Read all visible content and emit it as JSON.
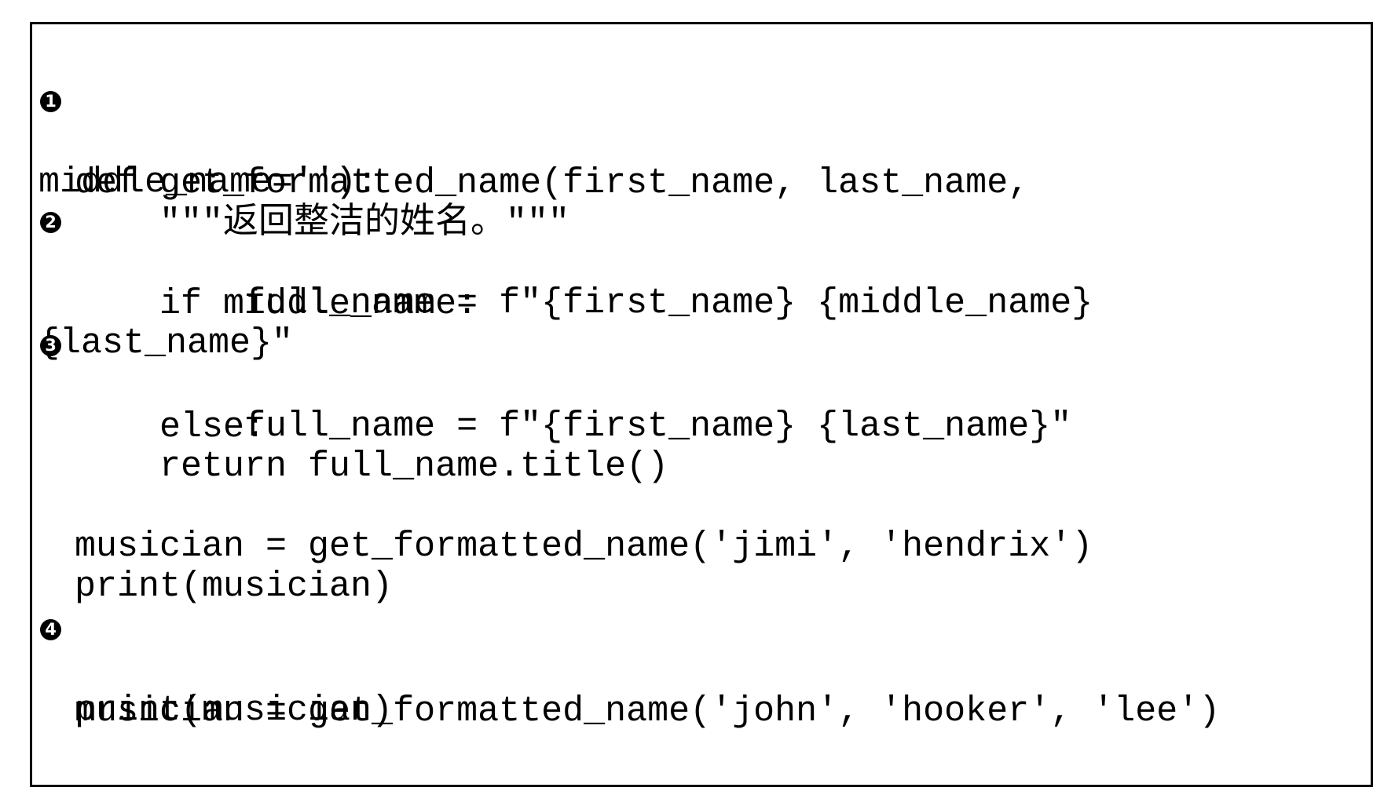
{
  "code_block": {
    "markers": [
      "1",
      "2",
      "3",
      "4"
    ],
    "lines": [
      "def get_formatted_name(first_name, last_name,",
      "middle_name=''):",
      "    \"\"\"返回整洁的姓名。\"\"\"",
      "    if middle_name:",
      "        full_name = f\"{first_name} {middle_name}",
      "{last_name}\"",
      "    else:",
      "        full_name = f\"{first_name} {last_name}\"",
      "    return full_name.title()",
      "",
      "musician = get_formatted_name('jimi', 'hendrix')",
      "print(musician)",
      "",
      "musician = get_formatted_name('john', 'hooker', 'lee')",
      "print(musician)"
    ]
  }
}
